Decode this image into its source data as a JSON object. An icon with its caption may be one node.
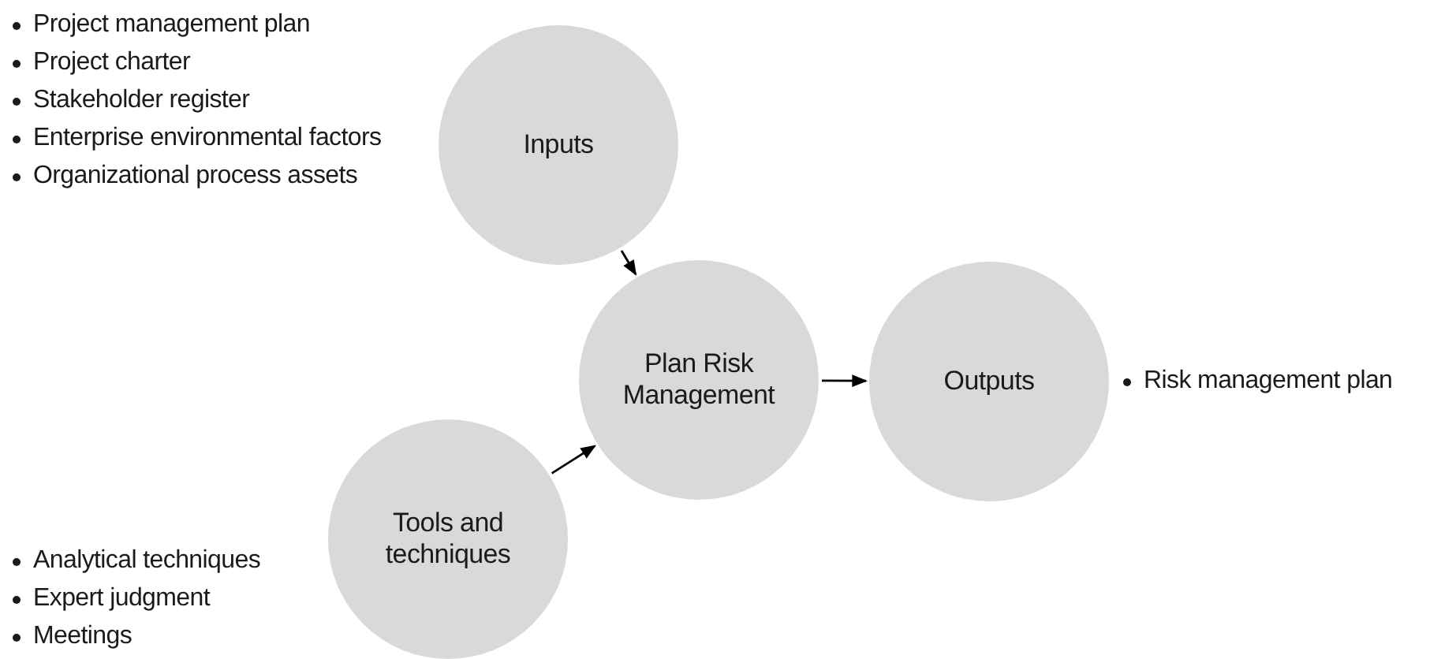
{
  "diagram": {
    "nodes": [
      {
        "text": [
          "Inputs"
        ],
        "beside": [
          "Project management plan",
          "Project charter",
          "Stakeholder register",
          "Enterprise environmental factors",
          "Organizational process assets"
        ]
      },
      {
        "text": [
          "Plan Risk Management"
        ]
      },
      {
        "text": [
          "Outputs"
        ],
        "beside": [
          "Risk management plan"
        ]
      },
      {
        "text": [
          "Tools and techniques"
        ],
        "beside": [
          "Analytical techniques",
          "Expert judgment",
          "Meetings"
        ]
      }
    ],
    "edges": [
      {
        "from": 0,
        "to": 1,
        "arrow": "to"
      },
      {
        "from": 3,
        "to": 1,
        "arrow": "to"
      },
      {
        "from": 1,
        "to": 2,
        "arrow": "to"
      }
    ]
  }
}
